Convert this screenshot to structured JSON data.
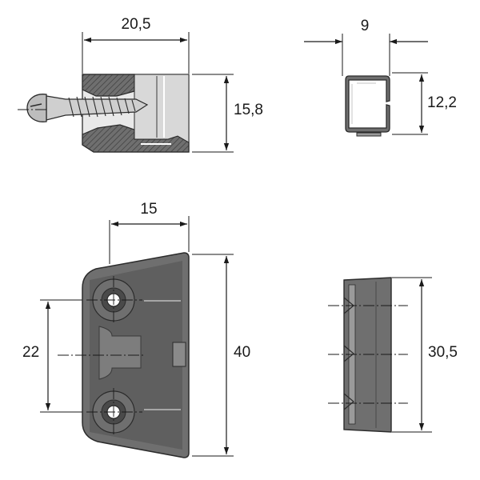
{
  "dimensions": {
    "side_width": "20,5",
    "side_height": "15,8",
    "section_width": "9",
    "section_height": "12,2",
    "front_depth": "15",
    "front_height": "40",
    "hole_spacing": "22",
    "edge_height": "30,5"
  },
  "colors": {
    "part_fill": "#6f6f6f",
    "part_dark": "#4a4a4a",
    "part_light": "#bdbdbd",
    "screw_fill": "#cfcfcf",
    "line": "#1a1a1a"
  }
}
